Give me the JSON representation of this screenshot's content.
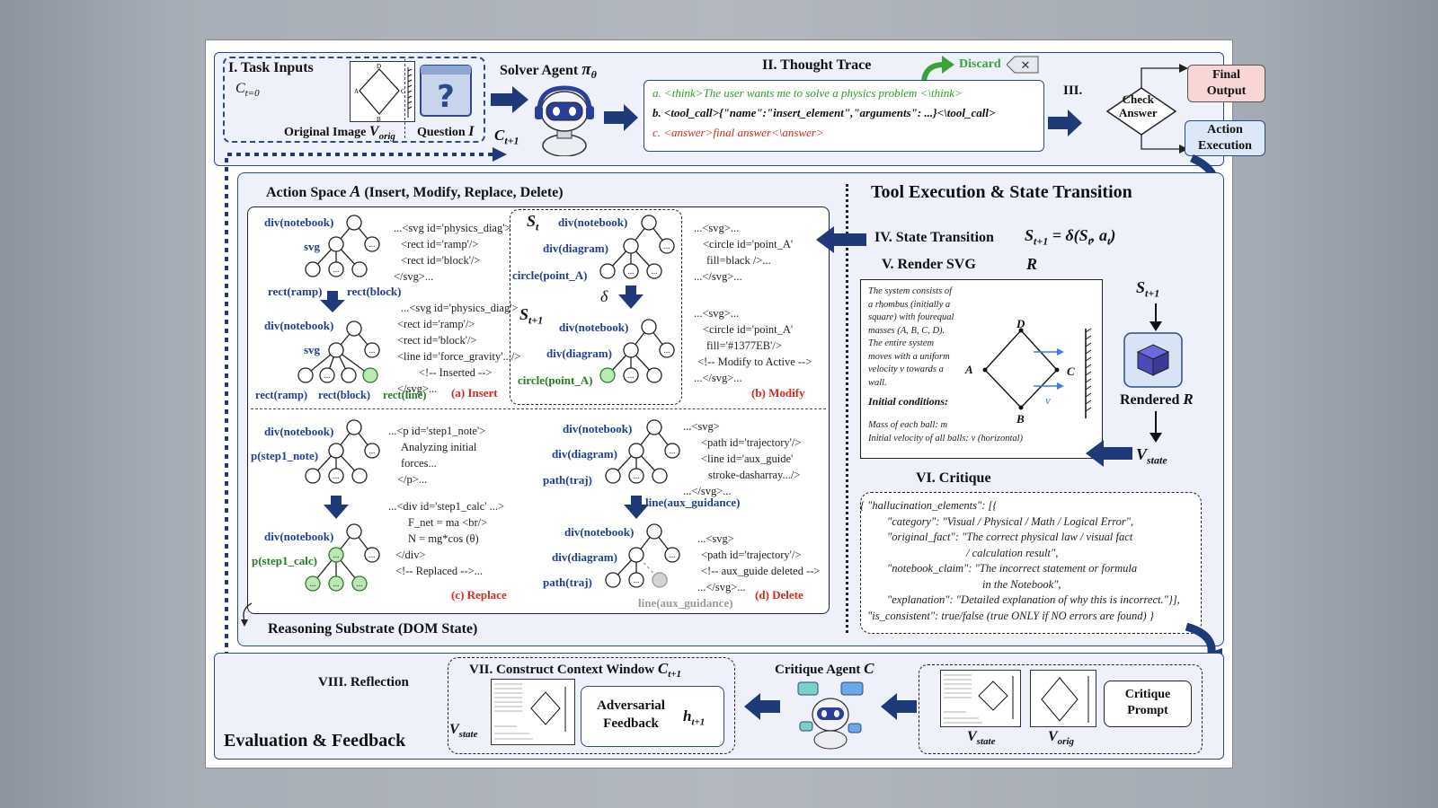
{
  "top": {
    "task_inputs_title": "I. Task Inputs",
    "c0_label": "C",
    "c0_sub": "t=0",
    "orig_image_label": "Original Image",
    "orig_symbol": "V",
    "orig_sub": "orig",
    "question_label": "Question",
    "question_symbol": "I",
    "solver_agent_label": "Solver Agent",
    "solver_symbol": "π",
    "solver_sub": "θ",
    "ct1_label": "C",
    "ct1_sub": "t+1",
    "thought_trace_title": "II. Thought Trace",
    "discard_label": "Discard",
    "line_a": "a. <think>The user wants me to solve a physics problem <\\think>",
    "line_b": "b. <tool_call>{\"name\":\"insert_element\",\"arguments\": ...}<\\tool_call>",
    "line_c": "c. <answer>final answer<\\answer>",
    "iii_label": "III.",
    "check_answer_line1": "Check",
    "check_answer_line2": "Answer",
    "final_output_line1": "Final",
    "final_output_line2": "Output",
    "action_exec_line1": "Action",
    "action_exec_line2": "Execution"
  },
  "middle": {
    "action_space_title": "Action Space",
    "action_space_symbol": "A",
    "action_space_types": "(Insert, Modify, Replace, Delete)",
    "tool_exec_title": "Tool Execution & State Transition",
    "state_transition_label": "IV. State Transition",
    "state_transition_formula": "S",
    "render_svg_label": "V. Render SVG",
    "render_symbol": "R",
    "s_t1_label": "S",
    "rendered_label": "Rendered",
    "rendered_symbol": "R",
    "v_state_label": "V",
    "v_state_sub": "state",
    "critique_title": "VI. Critique",
    "reasoning_substrate": "Reasoning Substrate (DOM State)"
  },
  "insert_panel": {
    "node_root1": "div(notebook)",
    "node_svg1": "svg",
    "leaf_ramp1": "rect(ramp)",
    "leaf_block1": "rect(block)",
    "node_root2": "div(notebook)",
    "node_svg2": "svg",
    "leaf_ramp2": "rect(ramp)",
    "leaf_block2": "rect(block)",
    "leaf_line2": "rect(line)",
    "code1": [
      "...<svg id='physics_diag'>",
      "<rect id='ramp'/>",
      "<rect id='block'/>",
      "</svg>..."
    ],
    "code2": [
      "...<svg id='physics_diag'>",
      "<rect id='ramp'/>",
      "<rect id='block'/>",
      "<line id='force_gravity'.../>",
      "<!-- Inserted -->",
      "</svg>..."
    ],
    "caption": "(a) Insert"
  },
  "modify_panel": {
    "st_label": "S",
    "st_sub": "t",
    "st1_label": "S",
    "st1_sub": "t+1",
    "delta": "δ",
    "node_root1": "div(notebook)",
    "node_diag1": "div(diagram)",
    "leaf_point1": "circle(point_A)",
    "node_root2": "div(notebook)",
    "node_diag2": "div(diagram)",
    "leaf_point2": "circle(point_A)",
    "code1": [
      "...<svg>...",
      "<circle id='point_A'",
      "fill=black />...",
      "...</svg>..."
    ],
    "code2": [
      "...<svg>...",
      "<circle id='point_A'",
      "fill='#1377EB'/>",
      "<!-- Modify to Active -->",
      "...</svg>..."
    ],
    "caption": "(b) Modify"
  },
  "replace_panel": {
    "node_root1": "div(notebook)",
    "node_p1": "p(step1_note)",
    "node_root2": "div(notebook)",
    "node_p2": "p(step1_calc)",
    "code1": [
      "...<p id='step1_note'>",
      "Analyzing initial",
      "forces...",
      "</p>..."
    ],
    "code2": [
      "...<div id='step1_calc' ...>",
      "F_net = ma <br/>",
      "N = mg*cos (θ)",
      "</div>",
      "<!-- Replaced -->..."
    ],
    "caption": "(c) Replace"
  },
  "delete_panel": {
    "node_root1": "div(notebook)",
    "node_diag1": "div(diagram)",
    "node_path1": "path(traj)",
    "line_aux": "line(aux_guidance)",
    "node_root2": "div(notebook)",
    "node_diag2": "div(diagram)",
    "node_path2": "path(traj)",
    "line_aux_deleted": "line(aux_guidance)",
    "code1": [
      "...<svg>",
      "<path id='trajectory'/>",
      "<line id='aux_guide'",
      "stroke-dasharray.../>",
      "...</svg>..."
    ],
    "code2": [
      "...<svg>",
      "<path id='trajectory'/>",
      "<!-- aux_guide deleted -->",
      "...</svg>..."
    ],
    "caption": "(d) Delete"
  },
  "render_panel": {
    "desc_lines": [
      "The system consists of",
      "a rhombus (initially a",
      "square) with fourequal",
      "masses (A, B, C, D).",
      "The entire system",
      "moves with a uniform",
      "velocity v towards a",
      "wall."
    ],
    "initial_conditions": "Initial conditions:",
    "cond_lines": [
      "Mass of each ball: m",
      "Initial velocity of all balls: v (horizontal)"
    ],
    "pt_A": "A",
    "pt_B": "B",
    "pt_C": "C",
    "pt_D": "D",
    "pt_v": "v"
  },
  "critique_json": {
    "lines": [
      "{ \"hallucination_elements\": [{",
      "\"category\": \"Visual / Physical  / Math / Logical Error\",",
      "\"original_fact\": \"The correct physical law / visual fact",
      "/ calculation result\",",
      "\"notebook_claim\": \"The incorrect statement or formula",
      "in the Notebook\",",
      "\"explanation\": \"Detailed explanation of why this is incorrect.\"}],",
      "\"is_consistent\": true/false (true ONLY if NO errors are found) }"
    ]
  },
  "bottom": {
    "reflection_label": "VIII. Reflection",
    "eval_feedback_label": "Evaluation & Feedback",
    "construct_ctx_label": "VII. Construct Context Window",
    "ctx_symbol": "C",
    "ctx_sub": "t+1",
    "adv_feedback_line1": "Adversarial",
    "adv_feedback_line2": "Feedback",
    "h_symbol": "h",
    "h_sub": "t+1",
    "critique_agent_label": "Critique Agent",
    "critique_agent_symbol": "C",
    "critique_prompt_line1": "Critique",
    "critique_prompt_line2": "Prompt",
    "v_state_label": "V",
    "v_state_sub": "state",
    "v_orig_label": "V",
    "v_orig_sub": "orig"
  },
  "colors": {
    "navy_arrow": "#1f3a78",
    "panel_border": "#2b4a8a",
    "panel_bg": "#eef1fa",
    "node_blue": "#1f3f8f",
    "node_green": "#2a7a2a",
    "red_caption": "#d42a1e",
    "final_output_bg": "#f9d6d6",
    "action_exec_bg": "#dce8f8",
    "thought_a_green": "#2a9a2a"
  }
}
